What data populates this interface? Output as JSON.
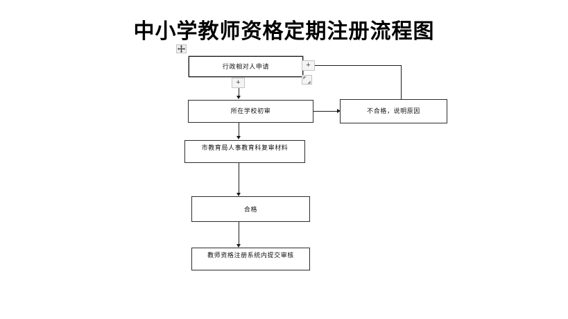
{
  "document": {
    "title": "中小学教师资格定期注册流程图"
  },
  "flowchart": {
    "nodes": [
      {
        "id": "applicant",
        "label": "行政相对人申请",
        "selected": true
      },
      {
        "id": "school",
        "label": "所在学校初审",
        "selected": false
      },
      {
        "id": "bureau",
        "label": "市教育局人事教育科复审材料",
        "selected": false
      },
      {
        "id": "qualified",
        "label": "合格",
        "selected": false
      },
      {
        "id": "system",
        "label": "教师资格注册系统内提交审核",
        "selected": false
      },
      {
        "id": "unqualified",
        "label": "不合格，说明原因",
        "selected": false
      }
    ],
    "edges": [
      {
        "from": "applicant",
        "to": "school",
        "label": ""
      },
      {
        "from": "school",
        "to": "bureau",
        "label": ""
      },
      {
        "from": "bureau",
        "to": "qualified",
        "label": ""
      },
      {
        "from": "qualified",
        "to": "system",
        "label": ""
      },
      {
        "from": "school",
        "to": "unqualified",
        "label": ""
      },
      {
        "from": "unqualified",
        "to": "applicant",
        "label": ""
      }
    ]
  },
  "editor": {
    "add_connector_right_label": "+",
    "add_connector_bottom_label": "+",
    "move_handle_name": "move-handle",
    "resize_handle_name": "resize-handle"
  },
  "colors": {
    "stroke": "#1a1a1a",
    "node_border": "#2b2b2b",
    "selected_border": "#1f1f1f",
    "handle_fill": "#f4f4f4",
    "handle_border": "#c2c2c2",
    "background": "#ffffff",
    "text": "#111111"
  }
}
